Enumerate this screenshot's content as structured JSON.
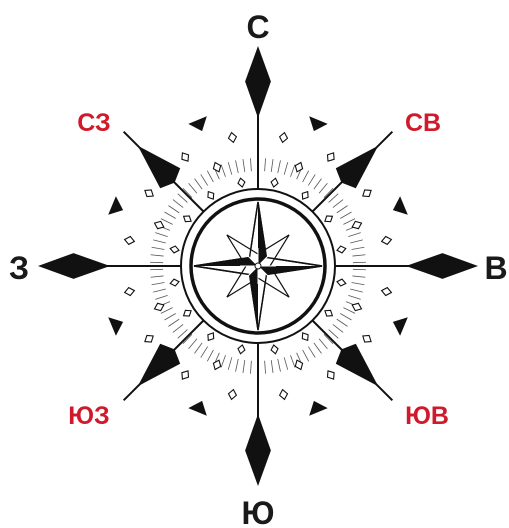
{
  "diagram": {
    "labels": {
      "n": "С",
      "s": "Ю",
      "e": "В",
      "w": "З",
      "ne": "СВ",
      "nw": "СЗ",
      "se": "ЮВ",
      "sw": "ЮЗ"
    },
    "colors": {
      "ink": "#111111",
      "cardinal_label": "#1a1a1a",
      "intercardinal_label": "#d0192b",
      "background": "#ffffff"
    }
  }
}
